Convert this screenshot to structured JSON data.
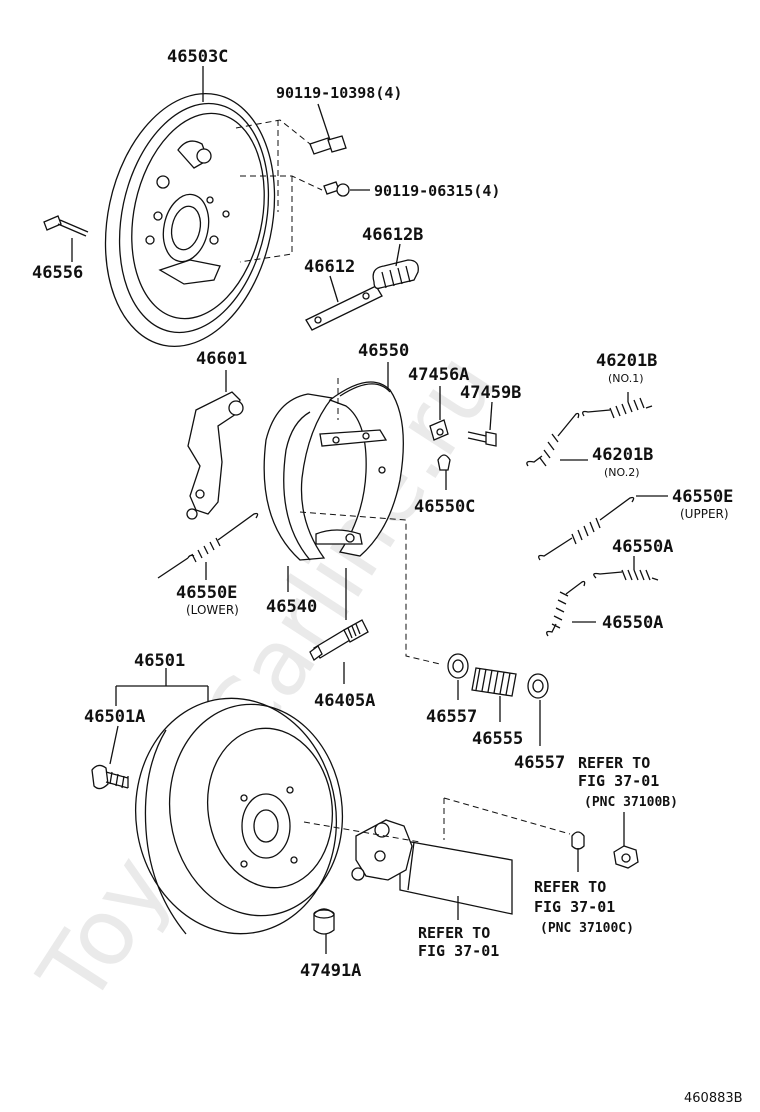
{
  "watermark": "ToyotaCarline.ru",
  "diagram_id": "460883B",
  "labels": {
    "p46503C": "46503C",
    "p46556": "46556",
    "p90119_10398": "90119-10398(4)",
    "p90119_06315": "90119-06315(4)",
    "p46612B": "46612B",
    "p46612": "46612",
    "p46601": "46601",
    "p46550": "46550",
    "p47456A": "47456A",
    "p47459B": "47459B",
    "p46550C": "46550C",
    "p46201B_no1": "46201B",
    "no1": "(NO.1)",
    "p46201B_no2": "46201B",
    "no2": "(NO.2)",
    "p46550E_upper": "46550E",
    "upper": "(UPPER)",
    "p46550A_a": "46550A",
    "p46550A_b": "46550A",
    "p46550E_lower": "46550E",
    "lower": "(LOWER)",
    "p46540": "46540",
    "p46405A": "46405A",
    "p46557_a": "46557",
    "p46555": "46555",
    "p46557_b": "46557",
    "p46501": "46501",
    "p46501A": "46501A",
    "p47491A": "47491A"
  },
  "refs": {
    "a_line1": "REFER TO",
    "a_line2": "FIG 37-01",
    "b_line1": "REFER TO",
    "b_line2": "FIG 37-01",
    "b_line3": "(PNC 37100C)",
    "c_line1": "REFER TO",
    "c_line2": "FIG 37-01",
    "c_line3": "(PNC 37100B)"
  }
}
